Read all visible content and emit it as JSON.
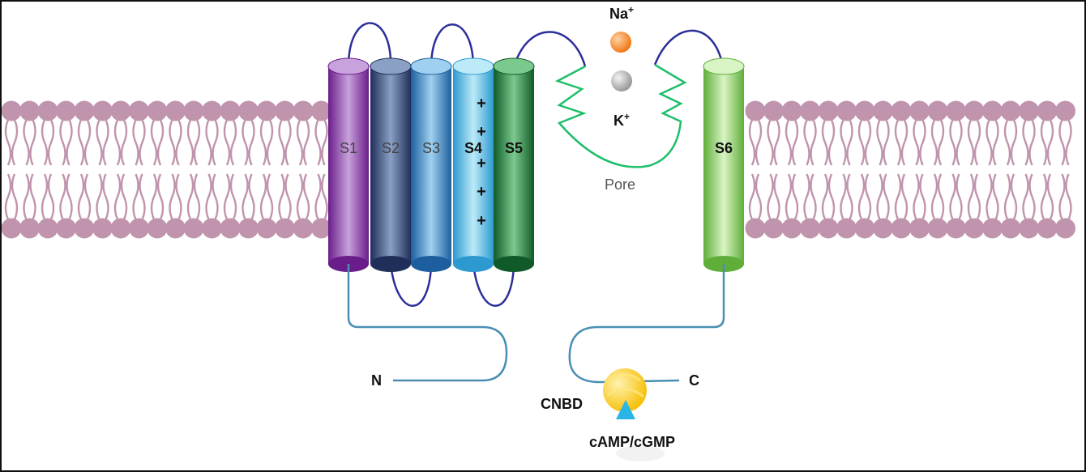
{
  "segments": [
    {
      "id": "S1",
      "label": "S1",
      "color_dark": "#6a1d8a",
      "color_light": "#c8a2dc"
    },
    {
      "id": "S2",
      "label": "S2",
      "color_dark": "#1f2f5a",
      "color_light": "#8aa0c4"
    },
    {
      "id": "S3",
      "label": "S3",
      "color_dark": "#1d5f9e",
      "color_light": "#9fd0ef"
    },
    {
      "id": "S4",
      "label": "S4",
      "color_dark": "#2c9ad0",
      "color_light": "#bdeaf8"
    },
    {
      "id": "S5",
      "label": "S5",
      "color_dark": "#0f5a28",
      "color_light": "#7cc98e"
    },
    {
      "id": "S6",
      "label": "S6",
      "color_dark": "#5fae3a",
      "color_light": "#d9f4c4"
    }
  ],
  "s4_charges": [
    "+",
    "+",
    "+",
    "+",
    "+"
  ],
  "ions": {
    "na_base": "Na",
    "na_sup": "+",
    "na_color": "#f07a18",
    "k_base": "K",
    "k_sup": "+",
    "k_color": "#9a9a9a"
  },
  "pore": {
    "label": "Pore",
    "color": "#1fbf6a"
  },
  "termini": {
    "n_label": "N",
    "c_label": "C"
  },
  "cnbd": {
    "label": "CNBD",
    "color": "#f7c10f"
  },
  "ligand": {
    "label": "cAMP/cGMP",
    "color": "#29b6e6"
  },
  "colors": {
    "membrane": "#c094ad",
    "loop": "#2b2f9a",
    "tail": "#4a8fb3"
  }
}
